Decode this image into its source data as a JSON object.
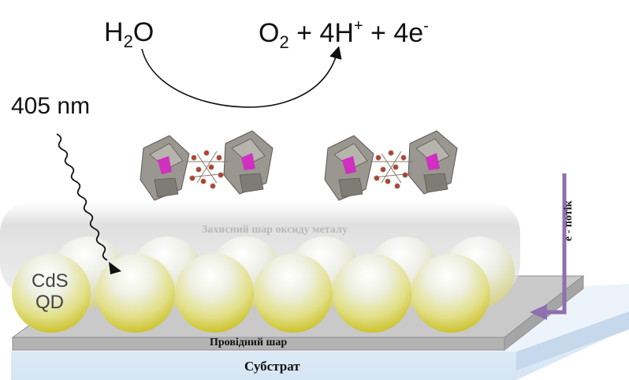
{
  "reaction": {
    "reactant": "H",
    "reactant_sub": "2",
    "reactant_tail": "O",
    "product_o": "O",
    "product_o_sub": "2",
    "product_mid": " + 4H",
    "product_h_sup": "+",
    "product_tail": " + 4e",
    "product_e_sup": "-"
  },
  "light": {
    "label": "405 nm"
  },
  "layers": {
    "protective": "Захисний шар оксиду металу",
    "conductive": "Провідний шар",
    "substrate": "Субстрат"
  },
  "quantum_dot": {
    "line1": "CdS",
    "line2": "QD"
  },
  "electron_flow": {
    "label": "e - потік"
  },
  "colors": {
    "qd_yellow": "#d8d23a",
    "electron_arrow": "#8e6fb0",
    "catalyst_gray": "#9a9690",
    "catalyst_magenta": "#d02fbf"
  }
}
